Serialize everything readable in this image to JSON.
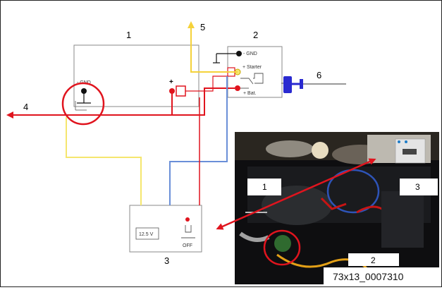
{
  "diagram": {
    "callouts": {
      "c1": "1",
      "c2": "2",
      "c3": "3",
      "c4": "4",
      "c5": "5",
      "c6": "6"
    },
    "box1": {
      "gnd_label": "- GND",
      "plus_label": "+"
    },
    "box2": {
      "gnd_label": "- GND",
      "starter_label": "+ Starter",
      "bat_label": "+ Bat."
    },
    "box3": {
      "voltage_display": "12.5 V",
      "off_label": "OFF"
    },
    "photo": {
      "label_1": "1",
      "label_2": "2",
      "label_3": "3",
      "image_code": "73x13_0007310"
    },
    "colors": {
      "red": "#e0141e",
      "yellow": "#f5e66e",
      "blue": "#6a8fd8",
      "connector_blue": "#2a2ad0",
      "outline": "#555555"
    }
  }
}
